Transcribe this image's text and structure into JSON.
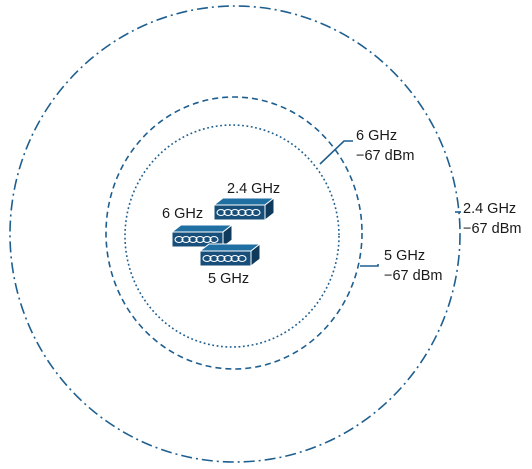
{
  "colors": {
    "ring": "#1f5f8f",
    "device_top": "#1f6fa3",
    "device_front": "#174f7a",
    "device_side": "#0f3a5c",
    "text": "#1a1a1a"
  },
  "rings": [
    {
      "band": "6 GHz",
      "style": "dotted"
    },
    {
      "band": "5 GHz",
      "style": "dashed"
    },
    {
      "band": "2.4 GHz",
      "style": "dash-dot"
    }
  ],
  "device_labels": {
    "band_24": "2.4 GHz",
    "band_6": "6 GHz",
    "band_5": "5 GHz"
  },
  "callouts": {
    "ring_6": {
      "band": "6 GHz",
      "signal": "−67 dBm"
    },
    "ring_5": {
      "band": "5 GHz",
      "signal": "−67 dBm"
    },
    "ring_24": {
      "band": "2.4 GHz",
      "signal": "−67 dBm"
    }
  }
}
